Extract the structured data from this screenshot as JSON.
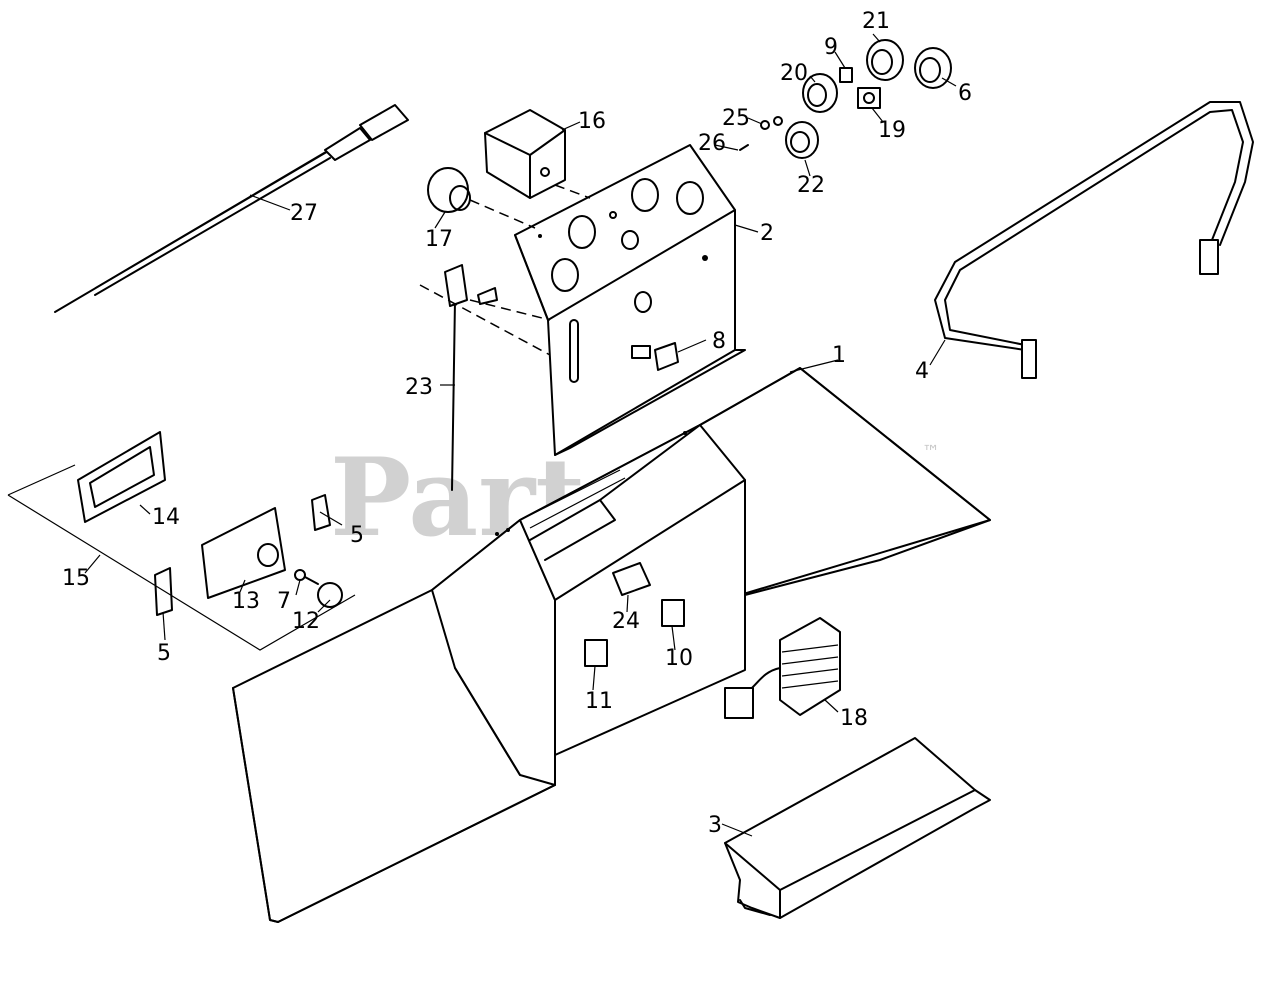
{
  "watermark": {
    "text": "PartsTree",
    "trademark": "™"
  },
  "callouts": [
    {
      "id": "1",
      "label": "1"
    },
    {
      "id": "2",
      "label": "2"
    },
    {
      "id": "3",
      "label": "3"
    },
    {
      "id": "4",
      "label": "4"
    },
    {
      "id": "5a",
      "label": "5"
    },
    {
      "id": "5b",
      "label": "5"
    },
    {
      "id": "6",
      "label": "6"
    },
    {
      "id": "7",
      "label": "7"
    },
    {
      "id": "8",
      "label": "8"
    },
    {
      "id": "9",
      "label": "9"
    },
    {
      "id": "10",
      "label": "10"
    },
    {
      "id": "11",
      "label": "11"
    },
    {
      "id": "12",
      "label": "12"
    },
    {
      "id": "13",
      "label": "13"
    },
    {
      "id": "14",
      "label": "14"
    },
    {
      "id": "15",
      "label": "15"
    },
    {
      "id": "16",
      "label": "16"
    },
    {
      "id": "17",
      "label": "17"
    },
    {
      "id": "18",
      "label": "18"
    },
    {
      "id": "19",
      "label": "19"
    },
    {
      "id": "20",
      "label": "20"
    },
    {
      "id": "21",
      "label": "21"
    },
    {
      "id": "22",
      "label": "22"
    },
    {
      "id": "23",
      "label": "23"
    },
    {
      "id": "24",
      "label": "24"
    },
    {
      "id": "25",
      "label": "25"
    },
    {
      "id": "26",
      "label": "26"
    },
    {
      "id": "27",
      "label": "27"
    }
  ]
}
